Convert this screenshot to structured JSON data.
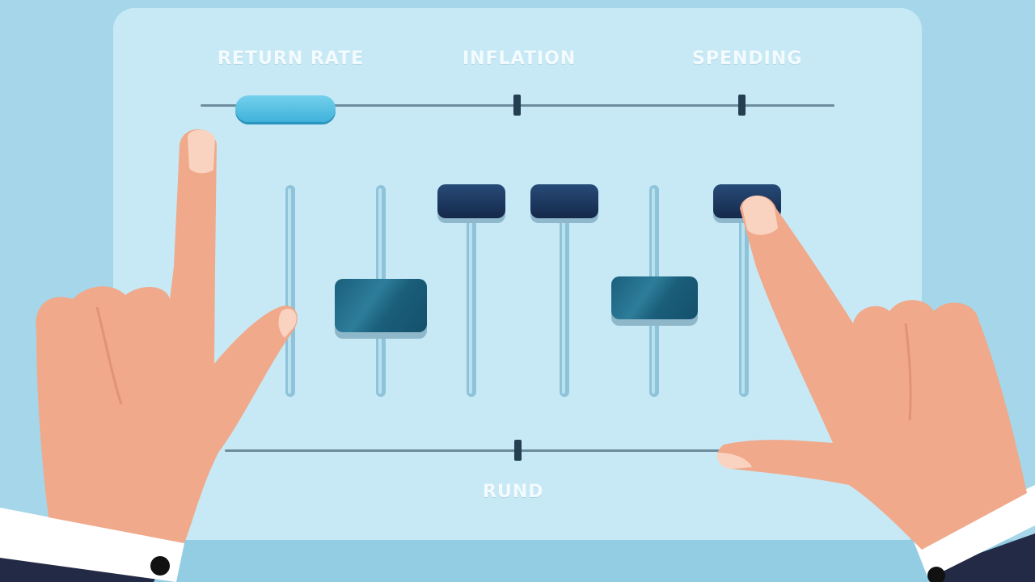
{
  "labels": {
    "return_rate": "RETURN RATE",
    "inflation": "INFLATION",
    "spending": "SPENDING",
    "bottom": "RUND"
  },
  "sliders": [
    {
      "id": "slider-1",
      "level": 0,
      "style": "none"
    },
    {
      "id": "slider-2",
      "level": 0.55,
      "style": "teal"
    },
    {
      "id": "slider-3",
      "level": 1.0,
      "style": "dark"
    },
    {
      "id": "slider-4",
      "level": 1.0,
      "style": "dark"
    },
    {
      "id": "slider-5",
      "level": 0.55,
      "style": "teal"
    },
    {
      "id": "slider-6",
      "level": 1.0,
      "style": "dark"
    }
  ],
  "colors": {
    "background": "#a5d6ea",
    "panel": "#c7e9f6",
    "knob_dark": "#1b335a",
    "knob_teal": "#1f6b88",
    "pill": "#4cbbe0",
    "skin": "#f0a98a",
    "sleeve": "#232a45",
    "cuff": "#ffffff"
  }
}
